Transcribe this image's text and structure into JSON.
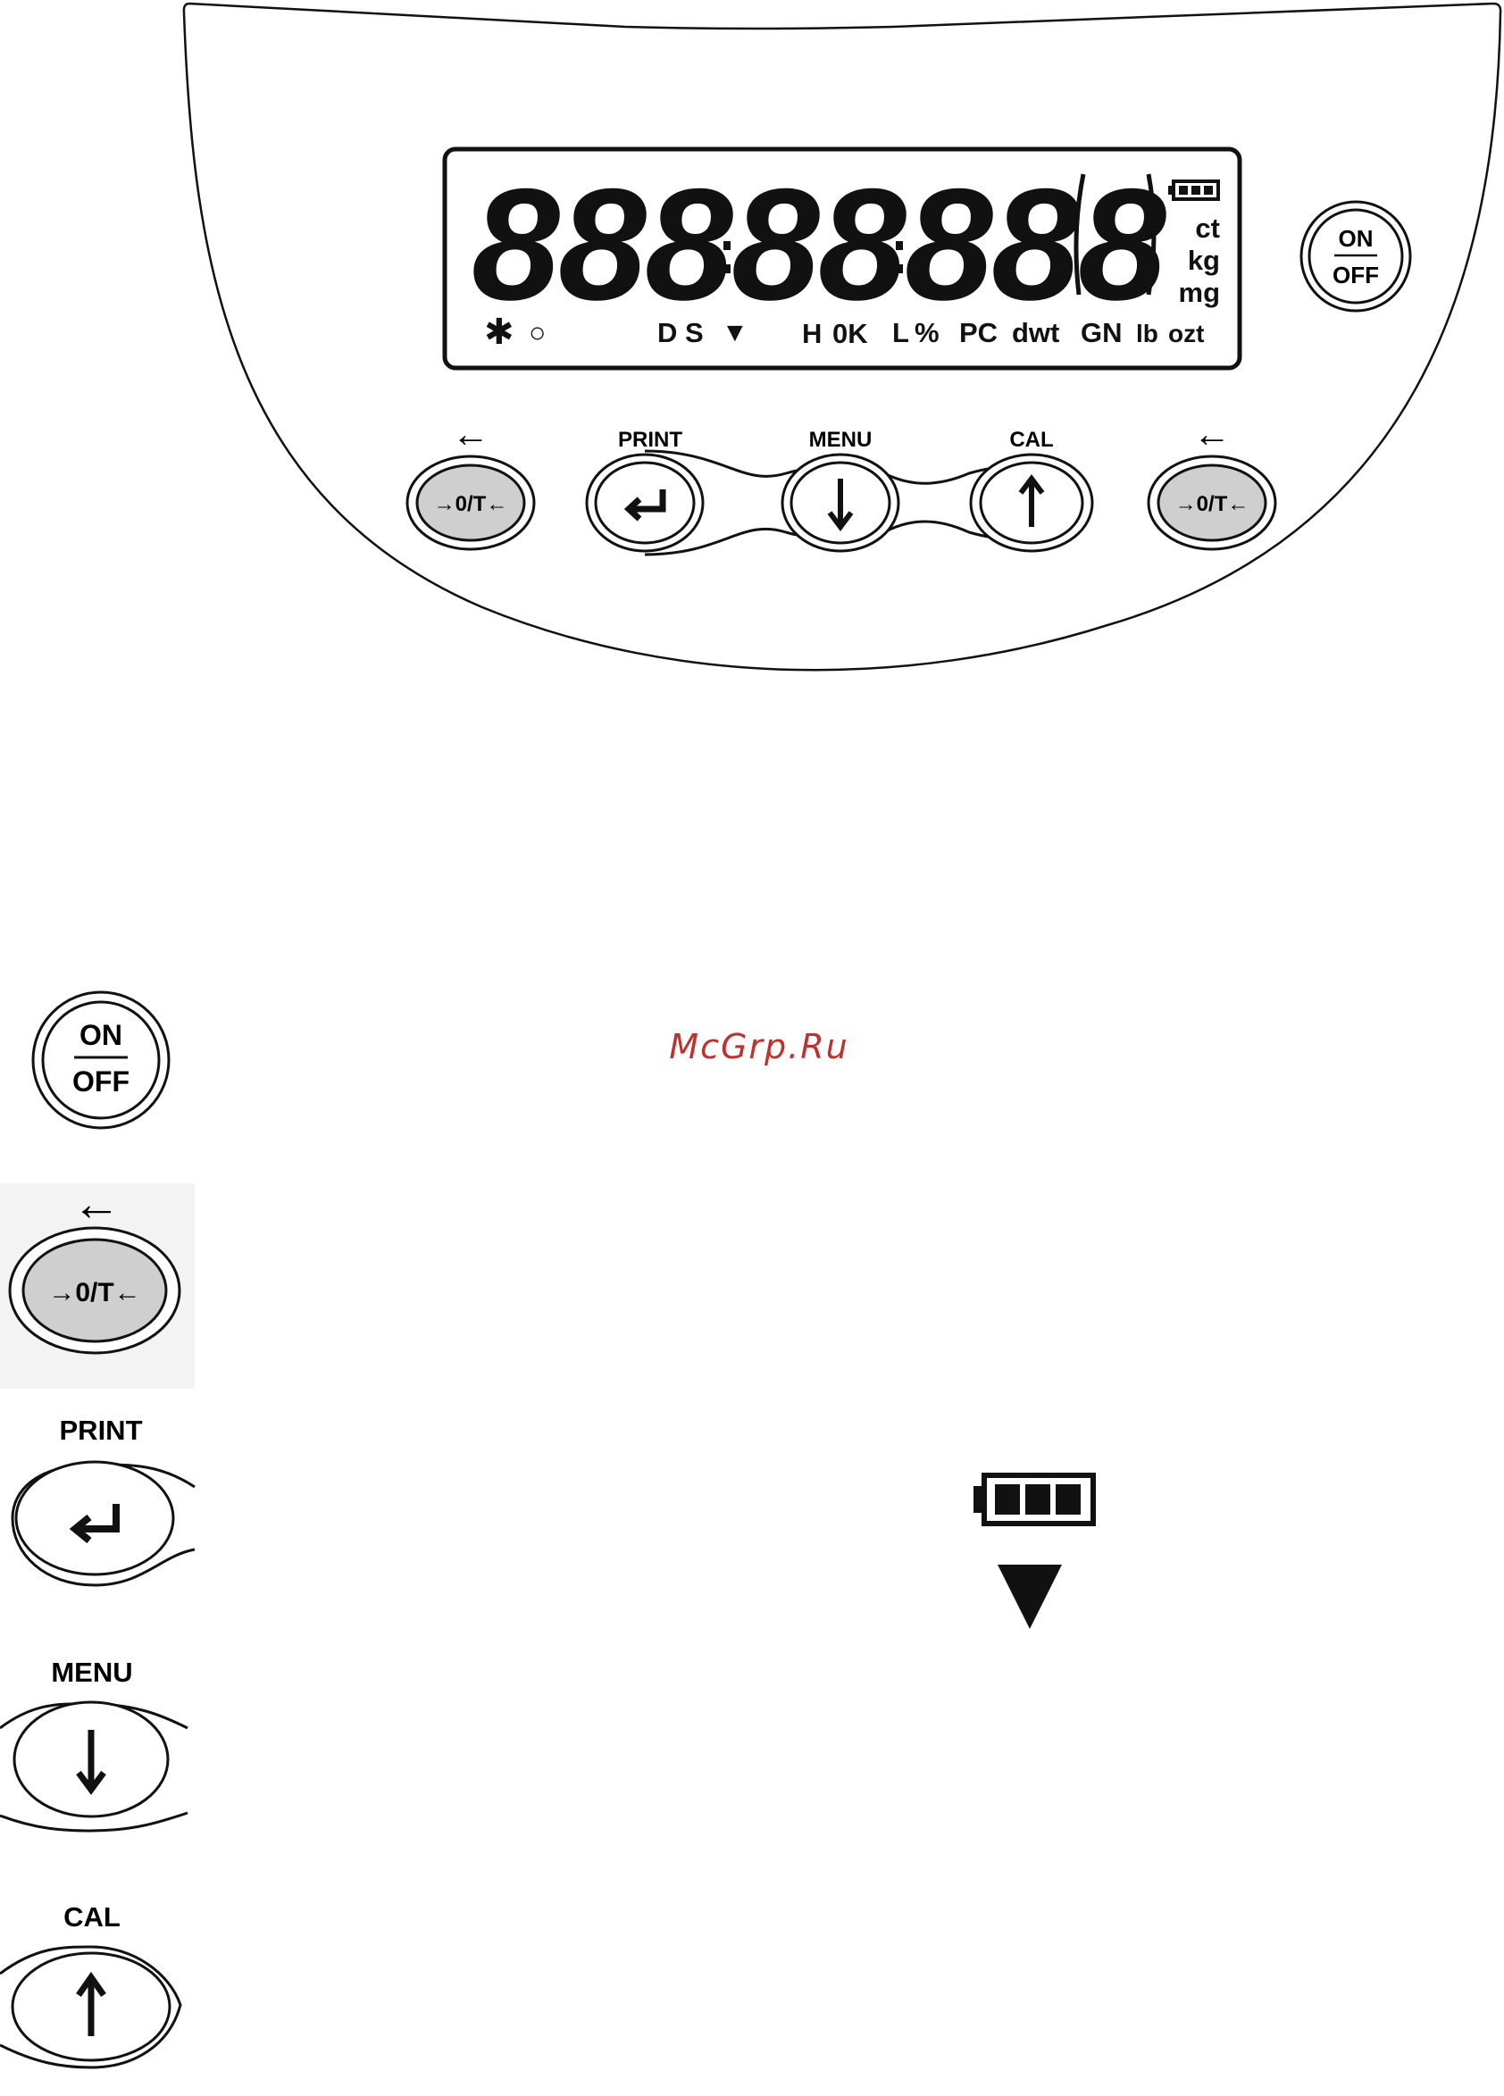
{
  "display": {
    "digits": [
      "8",
      "8",
      "8",
      "8",
      "8",
      "8",
      "8",
      "8"
    ],
    "units_stack": [
      "ct",
      "kg",
      "mg"
    ],
    "indicators": {
      "star": "✱",
      "circle": "○",
      "ds": "D S",
      "triangle": "▼",
      "row_labels": [
        "H",
        "0K",
        "L",
        "%",
        "PC",
        "dwt",
        "GN",
        "lb",
        "ozt"
      ]
    },
    "battery_icon": "battery-full-icon"
  },
  "panel": {
    "on_label": "ON",
    "off_label": "OFF",
    "tare_label": "→0/T←",
    "print_label": "PRINT",
    "menu_label": "MENU",
    "cal_label": "CAL",
    "left_arrow": "←"
  },
  "legend": {
    "on_label": "ON",
    "off_label": "OFF",
    "tare_label": "→0/T←",
    "print_label": "PRINT",
    "menu_label": "MENU",
    "cal_label": "CAL"
  },
  "watermark": "McGrp.Ru",
  "colors": {
    "outline": "#111111",
    "tare_fill": "#cfcfcf",
    "watermark": "#c0302c"
  }
}
